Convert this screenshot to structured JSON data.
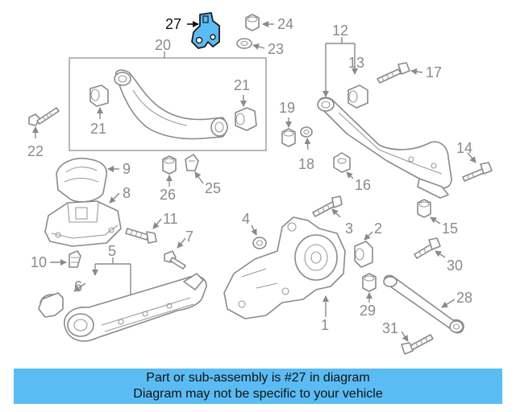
{
  "banner": {
    "line1": "Part or sub-assembly is #27 in diagram",
    "line2": "Diagram may not be specific to your vehicle"
  },
  "highlighted_part": "27",
  "colors": {
    "highlight": "#5bbcf4",
    "line": "#8a8a8a"
  },
  "callouts": {
    "c1": "1",
    "c2": "2",
    "c3": "3",
    "c4": "4",
    "c5": "5",
    "c6": "6",
    "c7": "7",
    "c8": "8",
    "c9": "9",
    "c10": "10",
    "c11": "11",
    "c12": "12",
    "c13": "13",
    "c14": "14",
    "c15": "15",
    "c16": "16",
    "c17": "17",
    "c18": "18",
    "c19": "19",
    "c20": "20",
    "c21a": "21",
    "c21b": "21",
    "c22": "22",
    "c23": "23",
    "c24": "24",
    "c25": "25",
    "c26": "26",
    "c27": "27",
    "c28": "28",
    "c29": "29",
    "c30": "30",
    "c31": "31"
  }
}
